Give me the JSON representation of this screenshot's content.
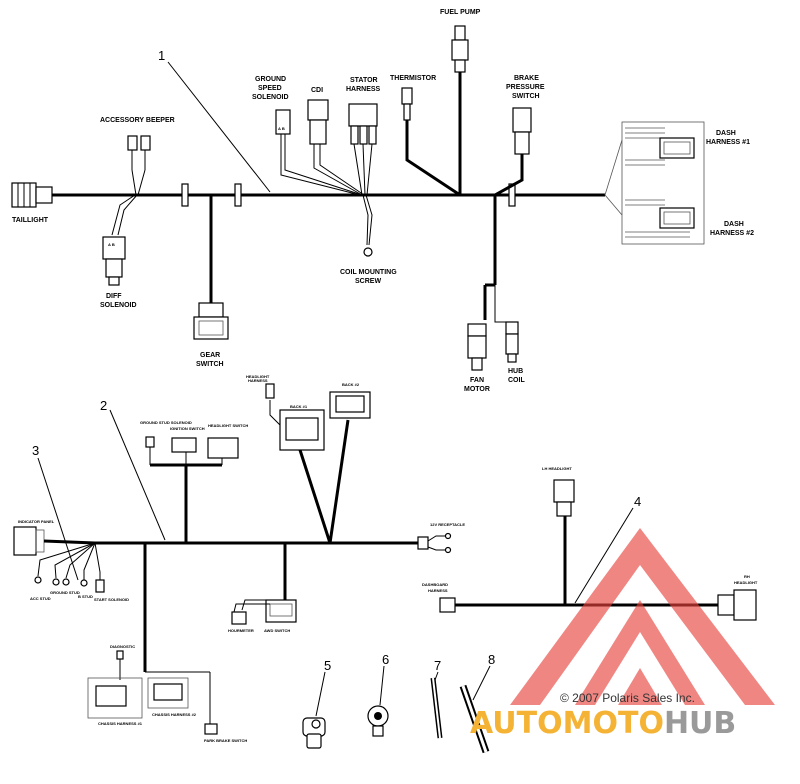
{
  "labels": {
    "taillight": "TAILLIGHT",
    "accessory_beeper": "ACCESSORY BEEPER",
    "diff_solenoid_1": "DIFF",
    "diff_solenoid_2": "SOLENOID",
    "gear_switch_1": "GEAR",
    "gear_switch_2": "SWITCH",
    "ground_speed_1": "GROUND",
    "ground_speed_2": "SPEED",
    "ground_speed_3": "SOLENOID",
    "cdi": "CDI",
    "stator_1": "STATOR",
    "stator_2": "HARNESS",
    "thermistor": "THERMISTOR",
    "fuel_pump": "FUEL PUMP",
    "brake_1": "BRAKE",
    "brake_2": "PRESSURE",
    "brake_3": "SWITCH",
    "coil_screw_1": "COIL MOUNTING",
    "coil_screw_2": "SCREW",
    "fan_motor_1": "FAN",
    "fan_motor_2": "MOTOR",
    "hub_coil_1": "HUB",
    "hub_coil_2": "COIL",
    "dash1_1": "DASH",
    "dash1_2": "HARNESS #1",
    "dash2_1": "DASH",
    "dash2_2": "HARNESS #2",
    "lh_headlight": "LH HEADLIGHT",
    "rh_headlight_1": "RH",
    "rh_headlight_2": "HEADLIGHT",
    "dashboard_1": "DASHBOARD",
    "dashboard_2": "HARNESS",
    "headlight_harness_1": "HEADLIGHT",
    "headlight_harness_2": "HARNESS",
    "back1": "BACK #1",
    "back2": "BACK #2",
    "ground_stud_solenoid": "GROUND STUD SOLENOID",
    "ignition_switch": "IGNITION SWITCH",
    "headlight_switch": "HEADLIGHT SWITCH",
    "indicator_panel": "INDICATOR PANEL",
    "receptacle": "12V RECEPTACLE",
    "acc_stud": "ACC STUD",
    "ground_stud": "GROUND STUD",
    "b_stud": "B STUD",
    "start_solenoid": "START SOLENOID",
    "hourmeter": "HOURMETER",
    "awd_switch": "AWD SWITCH",
    "diagnostic": "DIAGNOSTIC",
    "chassis1": "CHASSIS HARNESS #1",
    "chassis2": "CHASSIS HARNESS #2",
    "park_brake": "PARK BRAKE SWITCH"
  },
  "callouts": [
    "1",
    "2",
    "3",
    "4",
    "5",
    "6",
    "7",
    "8"
  ],
  "watermark": {
    "copyright": "© 2007 Polaris Sales Inc.",
    "brand_a": "AUTO",
    "brand_b": "MOTO",
    "brand_c": "HUB",
    "color_red": "#e8413c",
    "color_orange": "#f5b335",
    "color_gray": "#9a9a9a"
  }
}
